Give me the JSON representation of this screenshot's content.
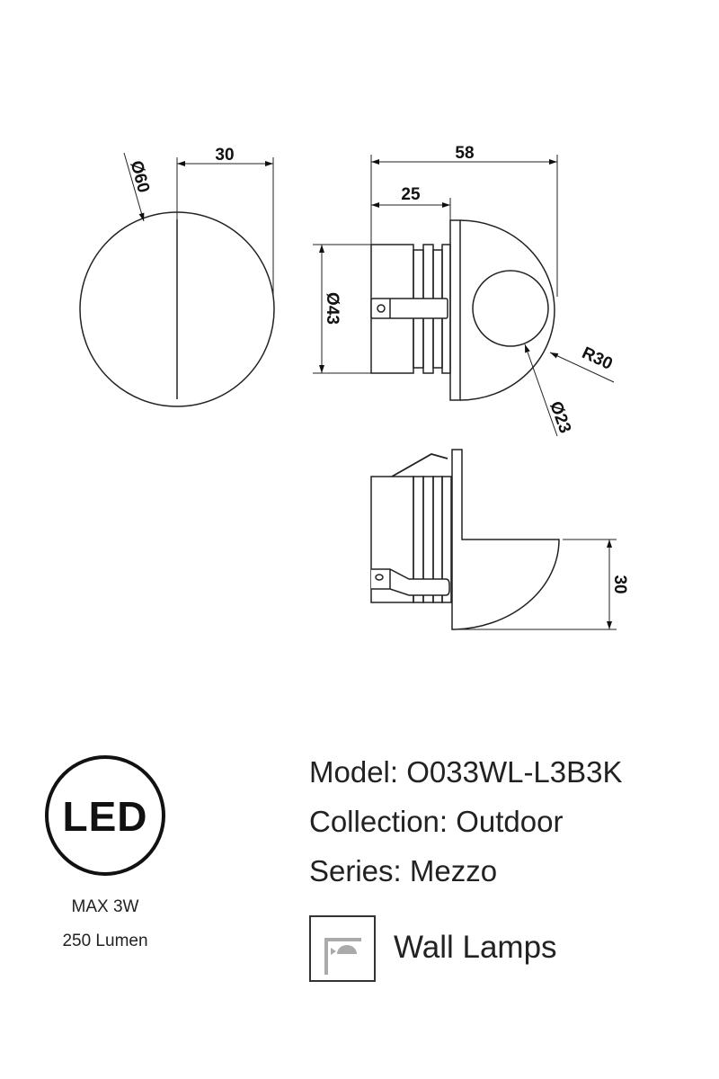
{
  "drawing": {
    "front_view": {
      "diameter_label": "Ø60",
      "depth_label": "30"
    },
    "side_view": {
      "total_label": "58",
      "base_label": "25",
      "body_diameter_label": "Ø43",
      "radius_label": "R30",
      "lens_diameter_label": "Ø23"
    },
    "bottom_view": {
      "height_label": "30"
    }
  },
  "badge": {
    "logo_text": "LED",
    "power": "MAX 3W",
    "lumen": "250 Lumen"
  },
  "specs": {
    "model": "Model: O033WL-L3B3K",
    "collection": "Collection: Outdoor",
    "series": "Series: Mezzo"
  },
  "category": {
    "icon": "wall-lamp-icon",
    "label": "Wall Lamps"
  }
}
